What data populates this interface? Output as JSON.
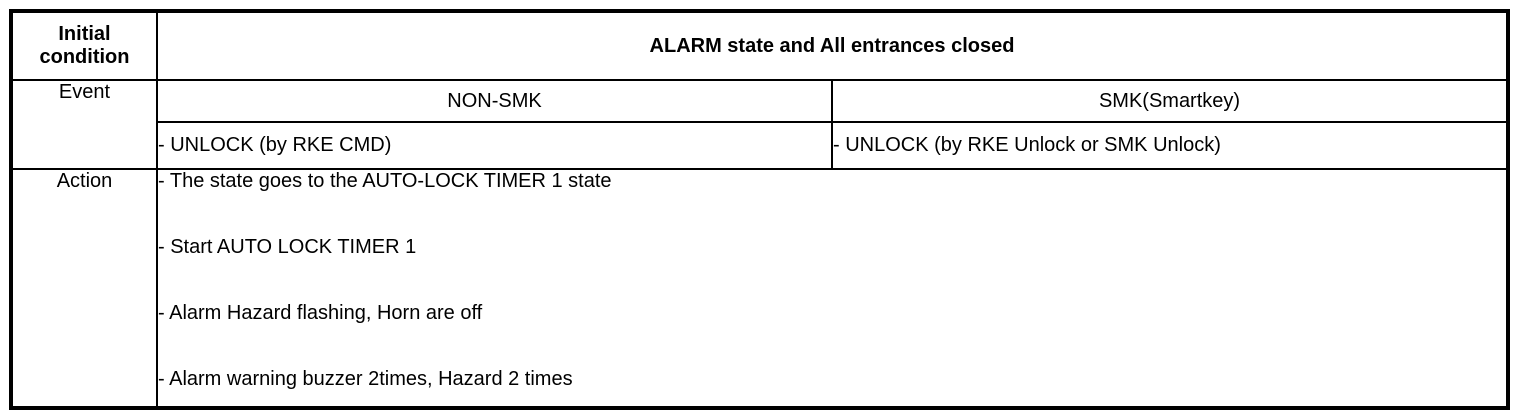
{
  "table": {
    "initial_condition_label": "Initial condition",
    "initial_condition_value": "ALARM state and All entrances closed",
    "event_label": "Event",
    "columns": [
      {
        "header": "NON-SMK",
        "event": "- UNLOCK (by RKE CMD)"
      },
      {
        "header": "SMK(Smartkey)",
        "event": "- UNLOCK (by RKE Unlock or SMK Unlock)"
      }
    ],
    "action_label": "Action",
    "actions": [
      "- The state goes to the AUTO-LOCK TIMER 1 state",
      "- Start AUTO LOCK TIMER 1",
      "- Alarm Hazard flashing, Horn are off",
      "- Alarm warning buzzer 2times, Hazard 2 times"
    ]
  },
  "colors": {
    "background": "#ffffff",
    "border": "#000000",
    "text": "#000000"
  }
}
